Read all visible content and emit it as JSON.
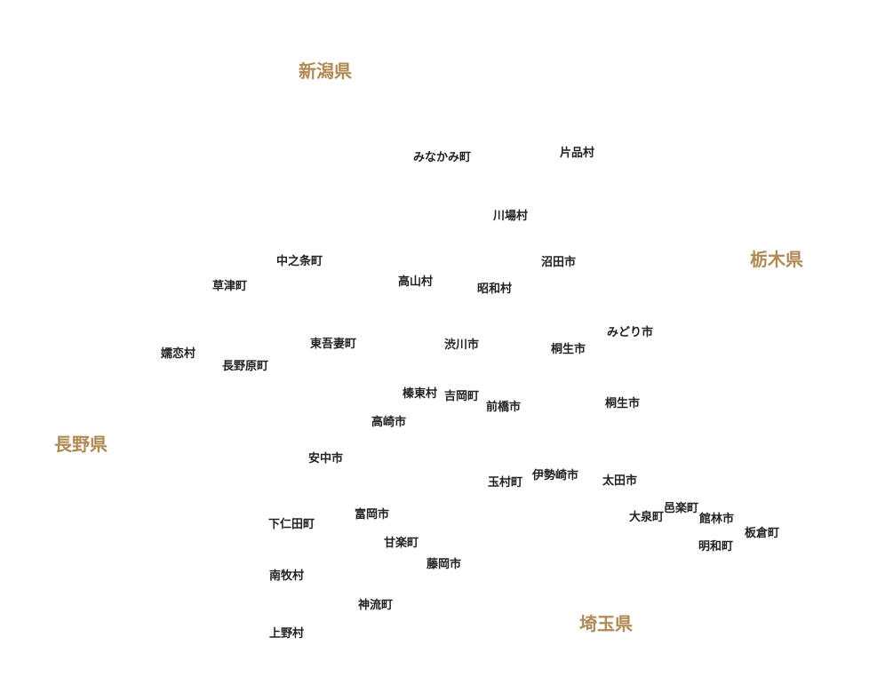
{
  "prefectures": [
    {
      "id": "niigata",
      "label": "新潟県"
    },
    {
      "id": "tochigi",
      "label": "栃木県"
    },
    {
      "id": "nagano",
      "label": "長野県"
    },
    {
      "id": "saitama",
      "label": "埼玉県"
    }
  ],
  "municipalities": [
    {
      "id": "minakami",
      "label": "みなかみ町"
    },
    {
      "id": "katashina",
      "label": "片品村"
    },
    {
      "id": "kawaba",
      "label": "川場村"
    },
    {
      "id": "nakanojo",
      "label": "中之条町"
    },
    {
      "id": "numata",
      "label": "沼田市"
    },
    {
      "id": "kusatsu",
      "label": "草津町"
    },
    {
      "id": "takayama",
      "label": "高山村"
    },
    {
      "id": "showa",
      "label": "昭和村"
    },
    {
      "id": "midori",
      "label": "みどり市"
    },
    {
      "id": "higashiagatsuma",
      "label": "東吾妻町"
    },
    {
      "id": "shibukawa",
      "label": "渋川市"
    },
    {
      "id": "kiryu-north",
      "label": "桐生市"
    },
    {
      "id": "tsumagoi",
      "label": "嬬恋村"
    },
    {
      "id": "naganohara",
      "label": "長野原町"
    },
    {
      "id": "shinto",
      "label": "榛東村"
    },
    {
      "id": "yoshioka",
      "label": "吉岡町"
    },
    {
      "id": "maebashi",
      "label": "前橋市"
    },
    {
      "id": "kiryu-south",
      "label": "桐生市"
    },
    {
      "id": "takasaki",
      "label": "高崎市"
    },
    {
      "id": "annaka",
      "label": "安中市"
    },
    {
      "id": "tamamura",
      "label": "玉村町"
    },
    {
      "id": "isesaki",
      "label": "伊勢崎市"
    },
    {
      "id": "ota",
      "label": "太田市"
    },
    {
      "id": "oura",
      "label": "邑楽町"
    },
    {
      "id": "shimonita",
      "label": "下仁田町"
    },
    {
      "id": "tomioka",
      "label": "富岡市"
    },
    {
      "id": "oizumi",
      "label": "大泉町"
    },
    {
      "id": "tatebayashi",
      "label": "館林市"
    },
    {
      "id": "itakura",
      "label": "板倉町"
    },
    {
      "id": "kanra",
      "label": "甘楽町"
    },
    {
      "id": "meiwa",
      "label": "明和町"
    },
    {
      "id": "fujioka",
      "label": "藤岡市"
    },
    {
      "id": "nanmoku",
      "label": "南牧村"
    },
    {
      "id": "kanna",
      "label": "神流町"
    },
    {
      "id": "ueno",
      "label": "上野村"
    }
  ]
}
